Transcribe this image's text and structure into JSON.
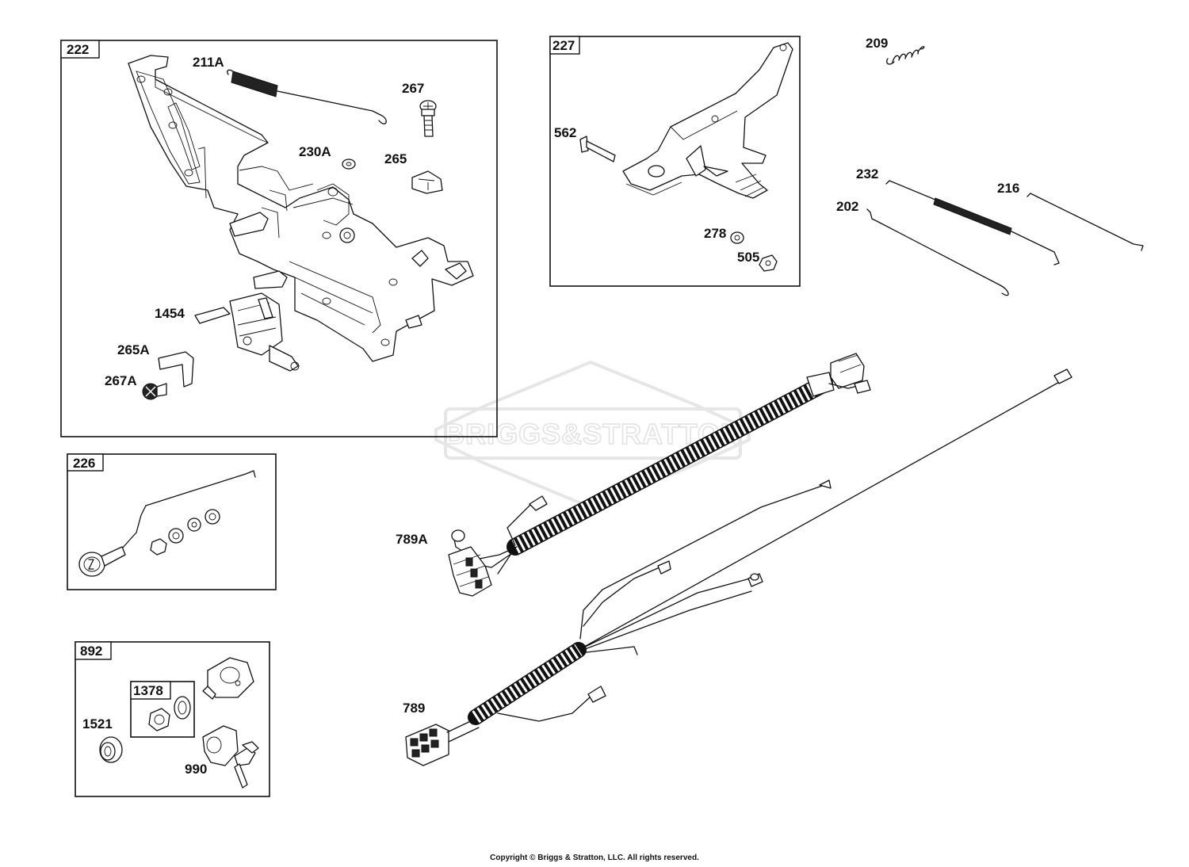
{
  "watermark": {
    "text": "BRIGGS&STRATTON"
  },
  "groups": {
    "g222": "222",
    "g226": "226",
    "g227": "227",
    "g892": "892",
    "g1378": "1378"
  },
  "parts": {
    "p211A": "211A",
    "p267": "267",
    "p230A": "230A",
    "p265": "265",
    "p1454": "1454",
    "p265A": "265A",
    "p267A": "267A",
    "p562": "562",
    "p278": "278",
    "p505": "505",
    "p209": "209",
    "p232": "232",
    "p216": "216",
    "p202": "202",
    "p789A": "789A",
    "p789": "789",
    "p1521": "1521",
    "p990": "990"
  },
  "footer": {
    "copyright": "Copyright © Briggs & Stratton, LLC. All rights reserved."
  }
}
